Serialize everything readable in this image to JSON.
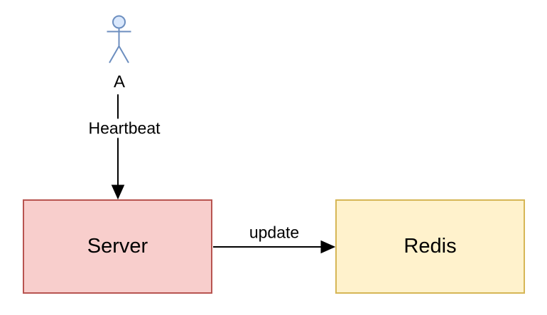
{
  "diagram": {
    "type": "flow-diagram",
    "background": "#ffffff",
    "actor": {
      "label": "A",
      "icon": "person-icon",
      "stroke_color": "#6c8ebf",
      "head_fill_color": "#dae8fc"
    },
    "nodes": [
      {
        "label": "Server",
        "fill_color": "#f8cecc",
        "border_color": "#b85450",
        "text_color": "#000000"
      },
      {
        "label": "Redis",
        "fill_color": "#fff2cc",
        "border_color": "#d6b656",
        "text_color": "#000000"
      }
    ],
    "edges": [
      {
        "from": "A",
        "to": "Server",
        "label": "Heartbeat",
        "direction": "down",
        "color": "#000000"
      },
      {
        "from": "Server",
        "to": "Redis",
        "label": "update",
        "direction": "right",
        "color": "#000000"
      }
    ]
  }
}
